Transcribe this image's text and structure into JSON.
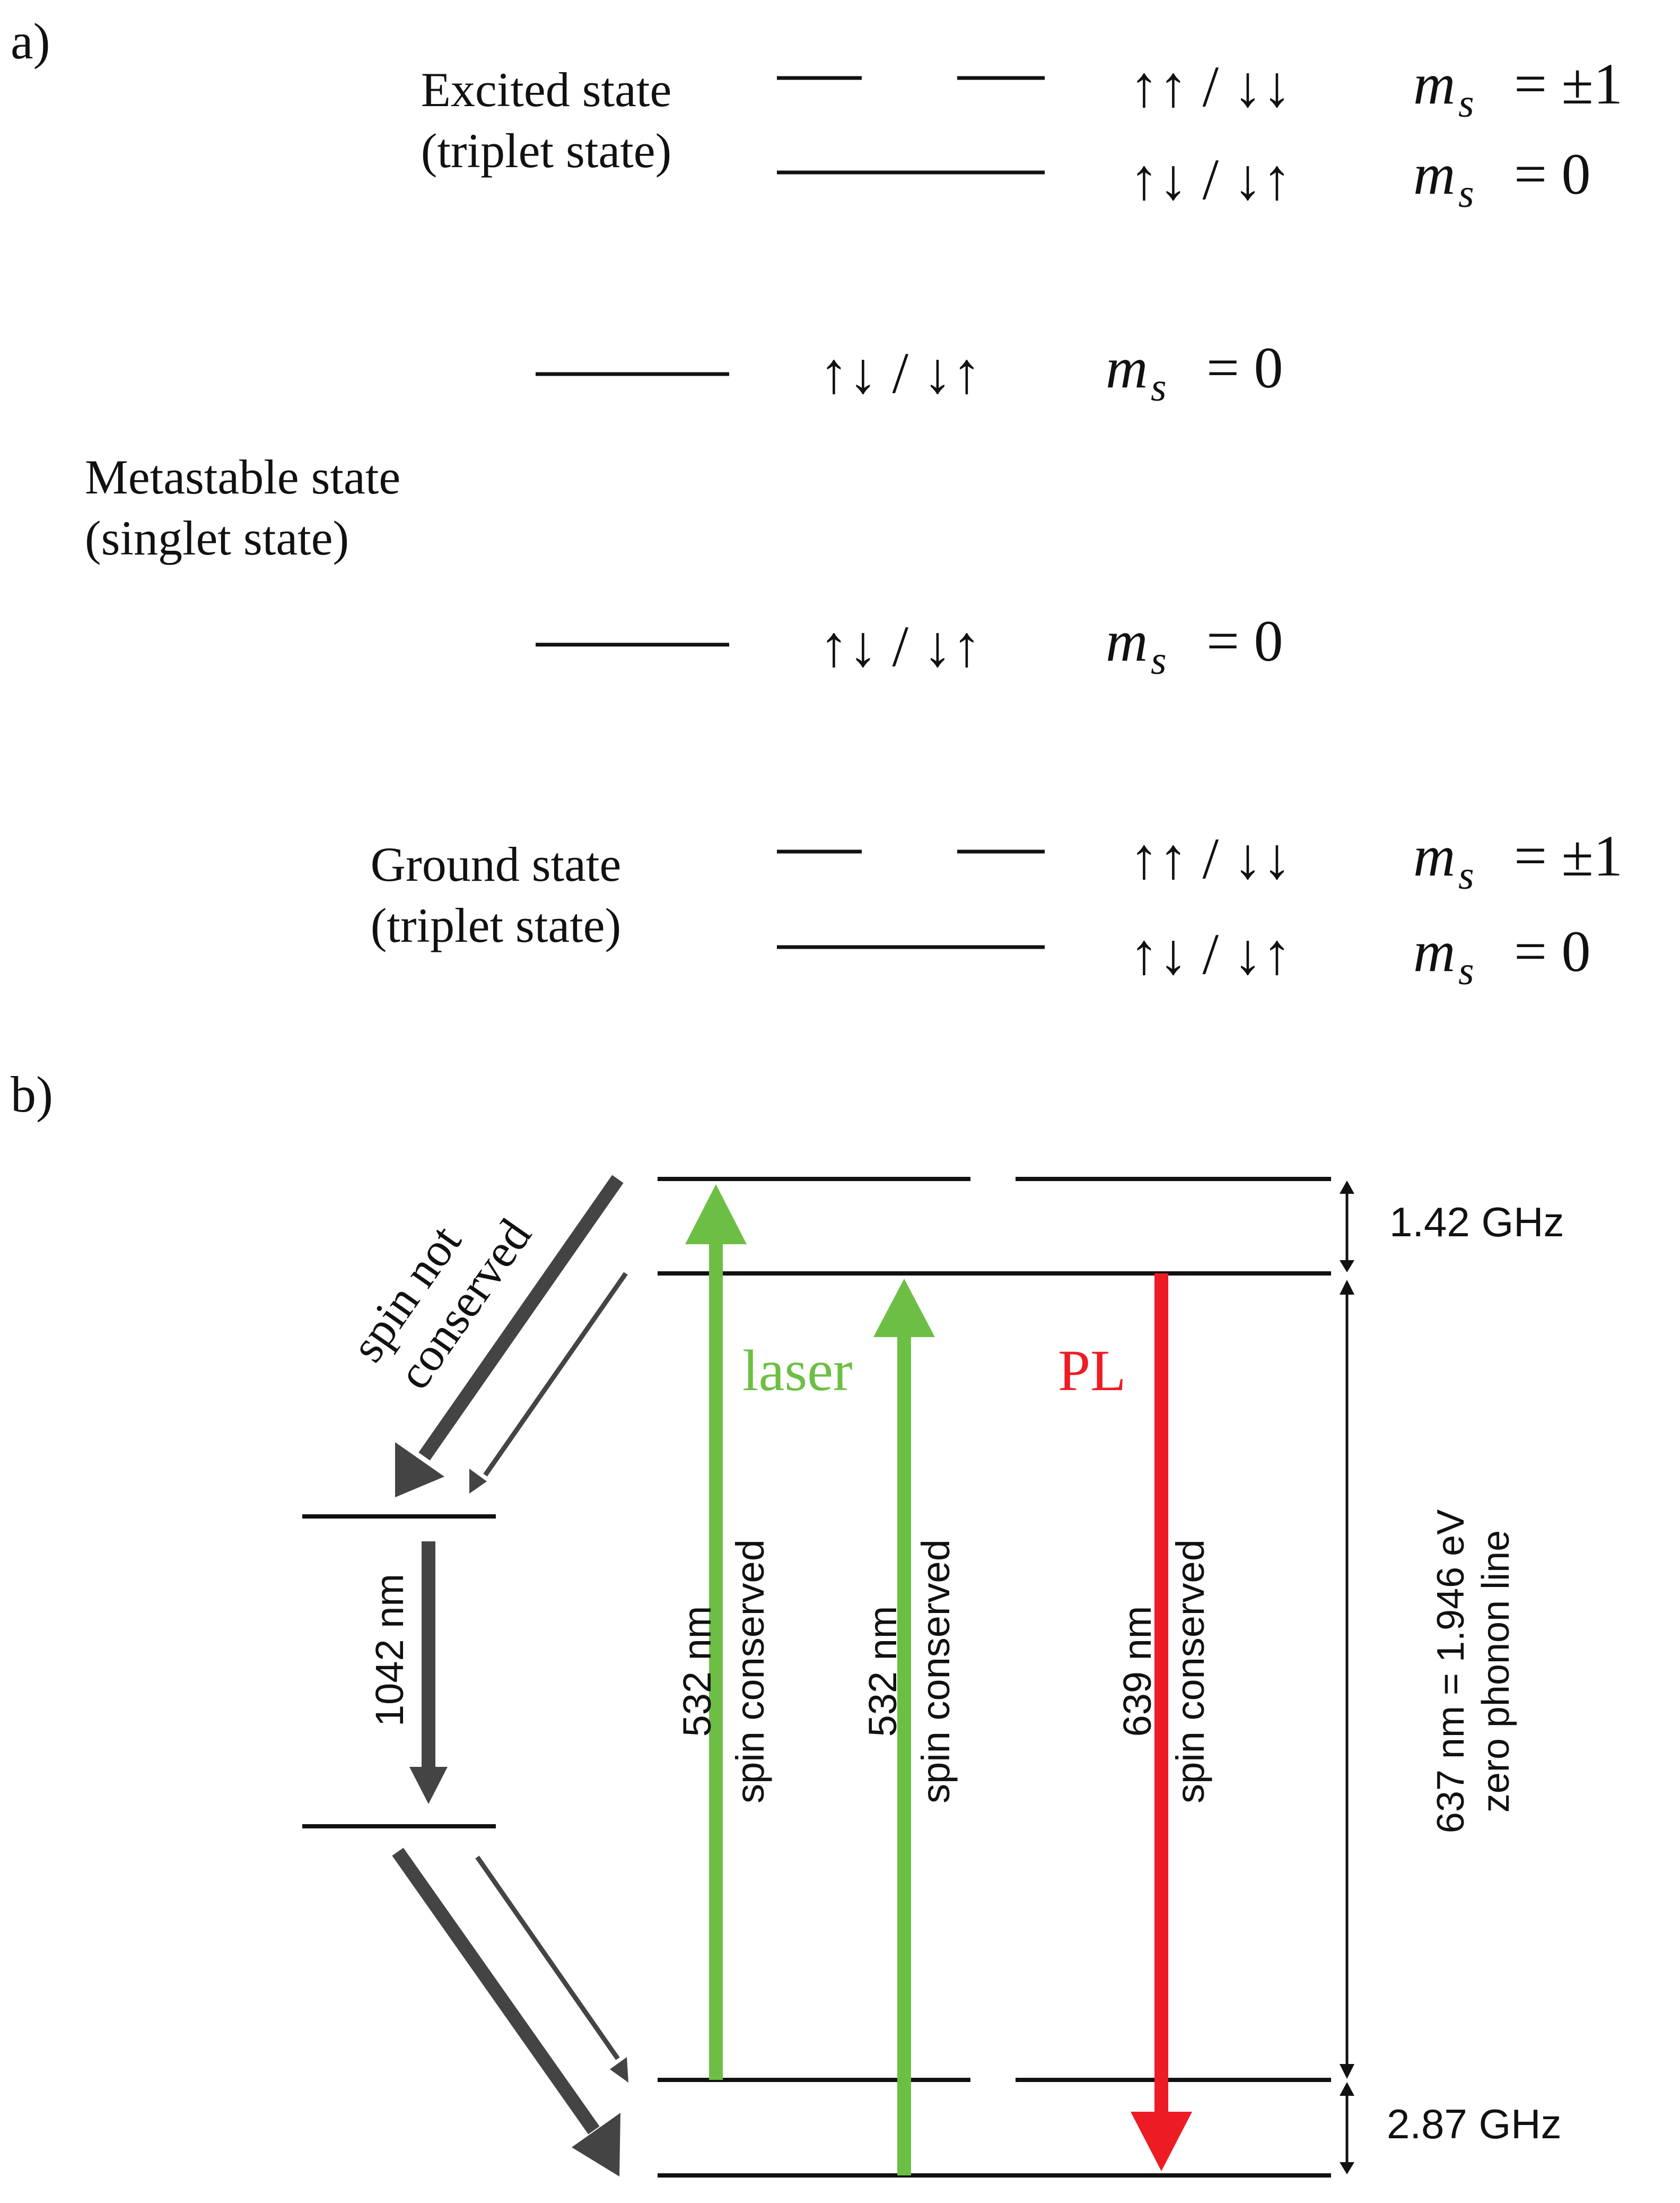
{
  "panel_a": {
    "label": "a)",
    "excited": {
      "name": "Excited state",
      "sub": "(triplet state)",
      "spin_pm": "↑↑ / ↓↓",
      "spin_0": "↑↓ / ↓↑",
      "ms_pm_var": "m",
      "ms_pm_sub": "s",
      "ms_pm_val": "= ±1",
      "ms_0_var": "m",
      "ms_0_sub": "s",
      "ms_0_val": "= 0"
    },
    "metastable": {
      "name": "Metastable state",
      "sub": "(singlet state)",
      "upper_spin": "↑↓ / ↓↑",
      "upper_ms_var": "m",
      "upper_ms_sub": "s",
      "upper_ms_val": "= 0",
      "lower_spin": "↑↓ / ↓↑",
      "lower_ms_var": "m",
      "lower_ms_sub": "s",
      "lower_ms_val": "= 0"
    },
    "ground": {
      "name": "Ground state",
      "sub": "(triplet state)",
      "spin_pm": "↑↑ / ↓↓",
      "spin_0": "↑↓ / ↓↑",
      "ms_pm_var": "m",
      "ms_pm_sub": "s",
      "ms_pm_val": "= ±1",
      "ms_0_var": "m",
      "ms_0_sub": "s",
      "ms_0_val": "= 0"
    }
  },
  "panel_b": {
    "label": "b)",
    "spin_not": "spin not",
    "conserved": "conserved",
    "laser": "laser",
    "pl": "PL",
    "arrow1_a": "532 nm",
    "arrow1_b": "spin conserved",
    "arrow2_a": "532 nm",
    "arrow2_b": "spin conserved",
    "arrow3_a": "639 nm",
    "arrow3_b": "spin conserved",
    "ir_label": "1042 nm",
    "excited_split": "1.42 GHz",
    "ground_split": "2.87 GHz",
    "zpl_a": "637 nm = 1.946 eV",
    "zpl_b": "zero  phonon line"
  },
  "colors": {
    "laser": "#6cbf44",
    "pl": "#ed1c24",
    "decay": "#444444",
    "line": "#111111"
  }
}
